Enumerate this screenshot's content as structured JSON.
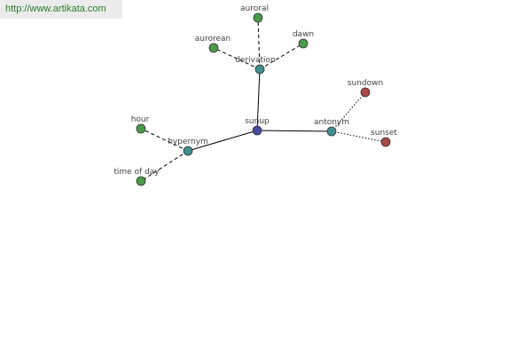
{
  "source_url": "http://www.artikata.com",
  "colors": {
    "center": "#4a4aa0",
    "relation": "#3f8f8f",
    "related": "#4a9a4a",
    "opposite": "#a84848",
    "edge": "#000000",
    "banner_bg": "#ececec",
    "banner_text": "#2a7a2a"
  },
  "nodes": [
    {
      "id": "sunup",
      "label": "sunup",
      "kind": "center"
    },
    {
      "id": "derivation",
      "label": "derivation",
      "kind": "relation"
    },
    {
      "id": "antonym",
      "label": "antonym",
      "kind": "relation"
    },
    {
      "id": "hypernym",
      "label": "hypernym",
      "kind": "relation"
    },
    {
      "id": "auroral",
      "label": "auroral",
      "kind": "related"
    },
    {
      "id": "aurorean",
      "label": "aurorean",
      "kind": "related"
    },
    {
      "id": "dawn",
      "label": "dawn",
      "kind": "related"
    },
    {
      "id": "hour",
      "label": "hour",
      "kind": "related"
    },
    {
      "id": "time_of_day",
      "label": "time of day",
      "kind": "related"
    },
    {
      "id": "sundown",
      "label": "sundown",
      "kind": "opposite"
    },
    {
      "id": "sunset",
      "label": "sunset",
      "kind": "opposite"
    }
  ],
  "edges": [
    {
      "from": "sunup",
      "to": "derivation",
      "style": "solid"
    },
    {
      "from": "sunup",
      "to": "antonym",
      "style": "solid"
    },
    {
      "from": "sunup",
      "to": "hypernym",
      "style": "solid"
    },
    {
      "from": "derivation",
      "to": "auroral",
      "style": "dashed"
    },
    {
      "from": "derivation",
      "to": "aurorean",
      "style": "dashed"
    },
    {
      "from": "derivation",
      "to": "dawn",
      "style": "dashed"
    },
    {
      "from": "hypernym",
      "to": "hour",
      "style": "dashed"
    },
    {
      "from": "hypernym",
      "to": "time_of_day",
      "style": "dashed"
    },
    {
      "from": "antonym",
      "to": "sundown",
      "style": "dotted"
    },
    {
      "from": "antonym",
      "to": "sunset",
      "style": "dotted"
    }
  ]
}
